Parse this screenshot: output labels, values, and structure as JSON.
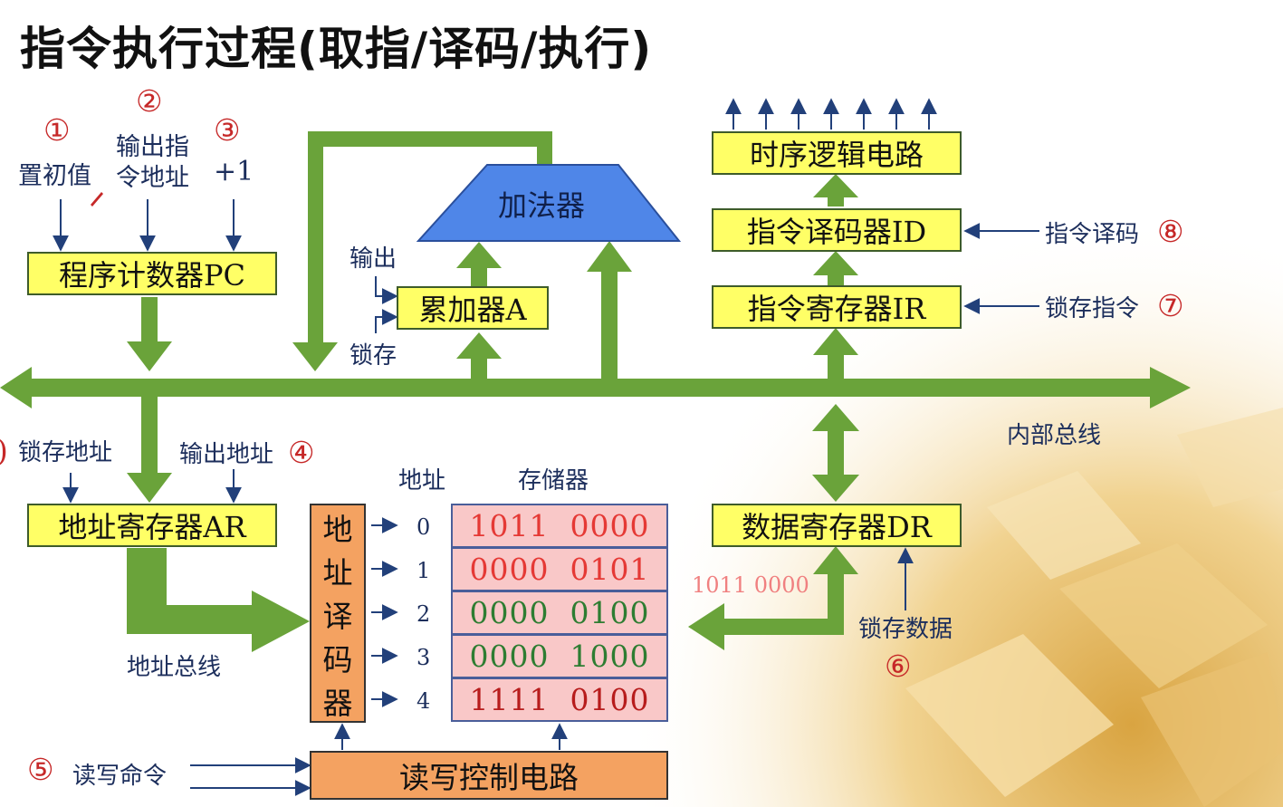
{
  "title": "指令执行过程(取指/译码/执行)",
  "steps": {
    "s1": "①",
    "s2": "②",
    "s3": "③",
    "s4": "④",
    "s5": "⑤",
    "s6": "⑥",
    "s7": "⑦",
    "s8": "⑧",
    "s_partial": ")"
  },
  "labels": {
    "set_initial": "置初值",
    "output_instr_addr_1": "输出指",
    "output_instr_addr_2": "令地址",
    "plus_one": "+1",
    "output": "输出",
    "latch": "锁存",
    "latch_address": "锁存地址",
    "output_address": "输出地址",
    "address_bus": "地址总线",
    "internal_bus": "内部总线",
    "address_header": "地址",
    "memory_header": "存储器",
    "instruction_decode": "指令译码",
    "latch_instruction": "锁存指令",
    "latch_data": "锁存数据",
    "read_write_cmd": "读写命令",
    "data_value": "1011 0000"
  },
  "components": {
    "pc": "程序计数器PC",
    "adder": "加法器",
    "accumulator": "累加器A",
    "timing": "时序逻辑电路",
    "decoder": "指令译码器ID",
    "ir": "指令寄存器IR",
    "ar": "地址寄存器AR",
    "dr": "数据寄存器DR",
    "addr_decoder": [
      "地",
      "址",
      "译",
      "码",
      "器"
    ],
    "rw_control": "读写控制电路"
  },
  "memory": [
    {
      "address": "0",
      "value": "1011  0000",
      "color": "#e53935"
    },
    {
      "address": "1",
      "value": "0000  0101",
      "color": "#e53935"
    },
    {
      "address": "2",
      "value": "0000  0100",
      "color": "#2e7d32"
    },
    {
      "address": "3",
      "value": "0000  1000",
      "color": "#2e7d32"
    },
    {
      "address": "4",
      "value": "1111  0100",
      "color": "#b71c1c"
    }
  ],
  "colors": {
    "bus_green": "#6aa33a",
    "register_yellow": "#ffff66",
    "adder_blue": "#4f86e8",
    "decoder_orange": "#f4a261",
    "memory_pink": "#f9c8c8"
  }
}
